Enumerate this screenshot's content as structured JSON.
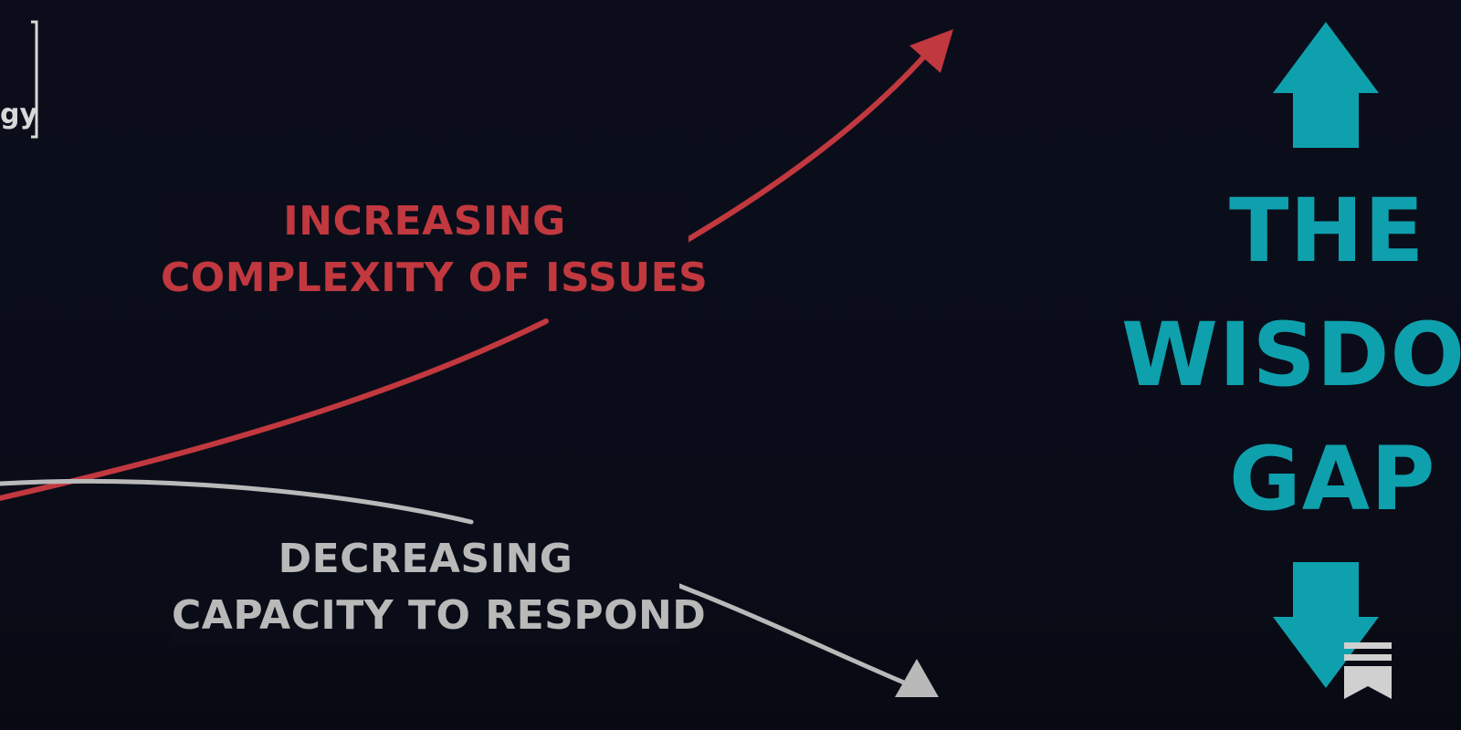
{
  "colors": {
    "background": "#0a0d18",
    "increasing": "#c2383f",
    "decreasing": "#b9b9b9",
    "wisdom": "#0fa0ad",
    "bracket": "#d8d8d8",
    "bookmark": "#d0d0d0"
  },
  "corner_fragment": {
    "text": "gy"
  },
  "increasing_label": {
    "line1": "INCREASING",
    "line2": "COMPLEXITY OF ISSUES"
  },
  "decreasing_label": {
    "line1": "DECREASING",
    "line2": "CAPACITY TO RESPOND"
  },
  "wisdom_gap": {
    "word1": "THE",
    "word2": "WISDOM",
    "word3": "GAP"
  },
  "icons": {
    "up_arrow": "arrow-up-icon",
    "down_arrow": "arrow-down-icon",
    "bookmark": "bookmark-icon"
  }
}
